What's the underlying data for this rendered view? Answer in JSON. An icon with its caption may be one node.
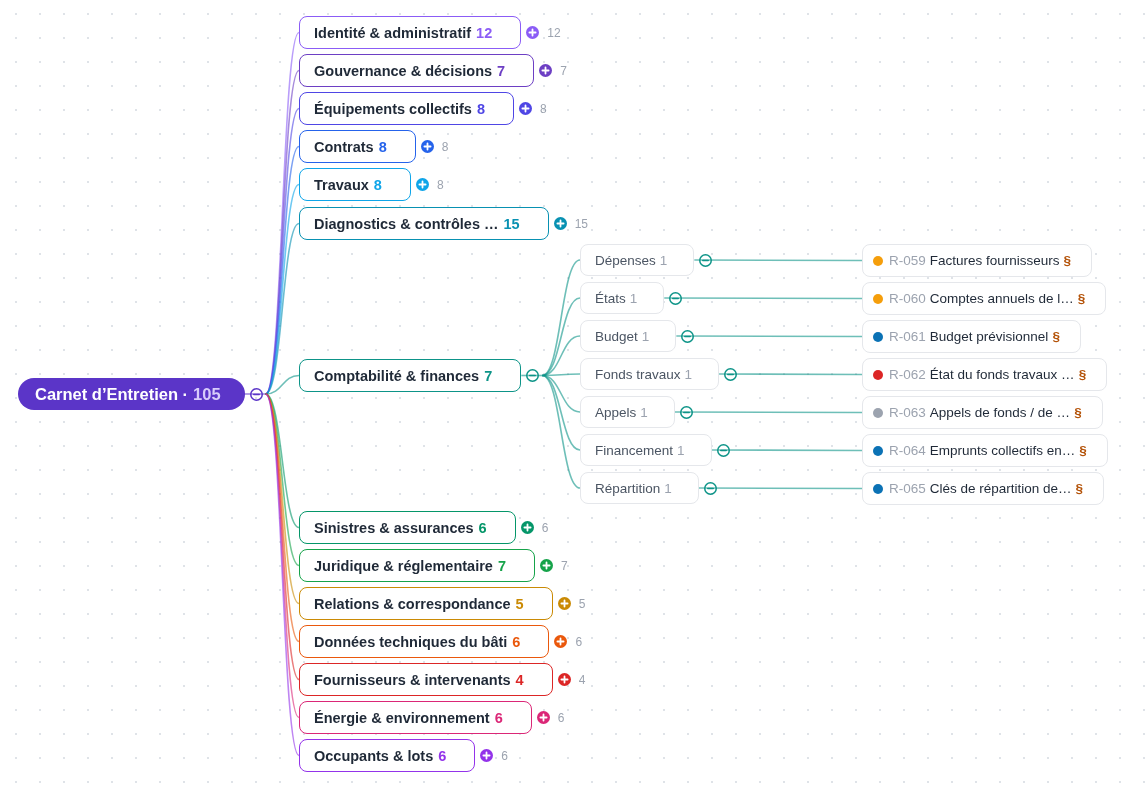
{
  "diagram": {
    "nodes": [
      {
        "text": [
          "Carnet d’Entretien ·",
          "105"
        ]
      },
      {
        "text": [
          "Identité & administratif",
          "12"
        ],
        "beside": [
          "12"
        ]
      },
      {
        "text": [
          "Gouvernance & décisions",
          "7"
        ],
        "beside": [
          "7"
        ]
      },
      {
        "text": [
          "Équipements collectifs",
          "8"
        ],
        "beside": [
          "8"
        ]
      },
      {
        "text": [
          "Contrats",
          "8"
        ],
        "beside": [
          "8"
        ]
      },
      {
        "text": [
          "Travaux",
          "8"
        ],
        "beside": [
          "8"
        ]
      },
      {
        "text": [
          "Diagnostics & contrôles …",
          "15"
        ],
        "beside": [
          "15"
        ]
      },
      {
        "text": [
          "Comptabilité & finances",
          "7"
        ]
      },
      {
        "text": [
          "Dépenses",
          "1"
        ]
      },
      {
        "text": [
          "États",
          "1"
        ]
      },
      {
        "text": [
          "Budget",
          "1"
        ]
      },
      {
        "text": [
          "Fonds travaux",
          "1"
        ]
      },
      {
        "text": [
          "Appels",
          "1"
        ]
      },
      {
        "text": [
          "Financement",
          "1"
        ]
      },
      {
        "text": [
          "Répartition",
          "1"
        ]
      },
      {
        "text": [
          "R-059",
          "Factures fournisseurs",
          "§"
        ]
      },
      {
        "text": [
          "R-060",
          "Comptes annuels de l…",
          "§"
        ]
      },
      {
        "text": [
          "R-061",
          "Budget prévisionnel",
          "§"
        ]
      },
      {
        "text": [
          "R-062",
          "État du fonds travaux …",
          "§"
        ]
      },
      {
        "text": [
          "R-063",
          "Appels de fonds / de …",
          "§"
        ]
      },
      {
        "text": [
          "R-064",
          "Emprunts collectifs en…",
          "§"
        ]
      },
      {
        "text": [
          "R-065",
          "Clés de répartition de…",
          "§"
        ]
      },
      {
        "text": [
          "Sinistres & assurances",
          "6"
        ],
        "beside": [
          "6"
        ]
      },
      {
        "text": [
          "Juridique & réglementaire",
          "7"
        ],
        "beside": [
          "7"
        ]
      },
      {
        "text": [
          "Relations & correspondance",
          "5"
        ],
        "beside": [
          "5"
        ]
      },
      {
        "text": [
          "Données techniques du bâti",
          "6"
        ],
        "beside": [
          "6"
        ]
      },
      {
        "text": [
          "Fournisseurs & intervenants",
          "4"
        ],
        "beside": [
          "4"
        ]
      },
      {
        "text": [
          "Énergie & environnement",
          "6"
        ],
        "beside": [
          "6"
        ]
      },
      {
        "text": [
          "Occupants & lots",
          "6"
        ],
        "beside": [
          "6"
        ]
      }
    ],
    "edges": [
      {
        "from": 0,
        "to": 1,
        "arrow": "none",
        "color": "#8b5cf6"
      },
      {
        "from": 0,
        "to": 2,
        "arrow": "none",
        "color": "#6d3fc4"
      },
      {
        "from": 0,
        "to": 3,
        "arrow": "none",
        "color": "#4f46e5"
      },
      {
        "from": 0,
        "to": 4,
        "arrow": "none",
        "color": "#2563eb"
      },
      {
        "from": 0,
        "to": 5,
        "arrow": "none",
        "color": "#0ea5e9"
      },
      {
        "from": 0,
        "to": 6,
        "arrow": "none",
        "color": "#0891b2"
      },
      {
        "from": 0,
        "to": 7,
        "arrow": "none"
      },
      {
        "from": 7,
        "to": 8,
        "arrow": "none"
      },
      {
        "from": 7,
        "to": 9,
        "arrow": "none"
      },
      {
        "from": 7,
        "to": 10,
        "arrow": "none"
      },
      {
        "from": 7,
        "to": 11,
        "arrow": "none"
      },
      {
        "from": 7,
        "to": 12,
        "arrow": "none"
      },
      {
        "from": 7,
        "to": 13,
        "arrow": "none"
      },
      {
        "from": 7,
        "to": 14,
        "arrow": "none"
      },
      {
        "from": 8,
        "to": 15,
        "arrow": "none"
      },
      {
        "from": 9,
        "to": 16,
        "arrow": "none"
      },
      {
        "from": 10,
        "to": 17,
        "arrow": "none"
      },
      {
        "from": 11,
        "to": 18,
        "arrow": "none"
      },
      {
        "from": 12,
        "to": 19,
        "arrow": "none"
      },
      {
        "from": 13,
        "to": 20,
        "arrow": "none"
      },
      {
        "from": 14,
        "to": 21,
        "arrow": "none"
      },
      {
        "from": 0,
        "to": 22,
        "arrow": "none",
        "color": "#059669"
      },
      {
        "from": 0,
        "to": 23,
        "arrow": "none",
        "color": "#16a34a"
      },
      {
        "from": 0,
        "to": 24,
        "arrow": "none",
        "color": "#ca8a04"
      },
      {
        "from": 0,
        "to": 25,
        "arrow": "none",
        "color": "#ea580c"
      },
      {
        "from": 0,
        "to": 26,
        "arrow": "none",
        "color": "#dc2626"
      },
      {
        "from": 0,
        "to": 27,
        "arrow": "none",
        "color": "#db2777"
      },
      {
        "from": 0,
        "to": 28,
        "arrow": "none",
        "color": "#9333ea"
      }
    ]
  }
}
